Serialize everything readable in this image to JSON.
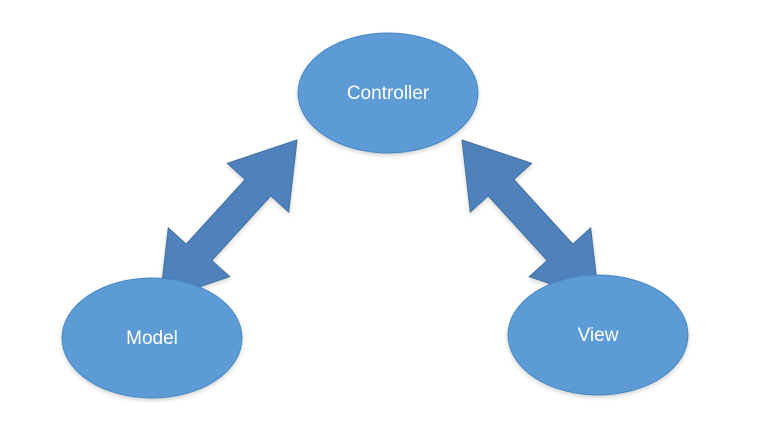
{
  "diagram": {
    "nodes": [
      {
        "id": "controller",
        "label": "Controller"
      },
      {
        "id": "model",
        "label": "Model"
      },
      {
        "id": "view",
        "label": "View"
      }
    ],
    "edges": [
      {
        "from": "controller",
        "to": "model",
        "direction": "bidirectional"
      },
      {
        "from": "controller",
        "to": "view",
        "direction": "bidirectional"
      }
    ],
    "colors": {
      "node_fill": "#5b9bd5",
      "node_stroke": "#4a89c2",
      "arrow_fill": "#4f81bd",
      "arrow_stroke": "#41719c",
      "label_text": "#ffffff",
      "background": "#ffffff"
    }
  }
}
